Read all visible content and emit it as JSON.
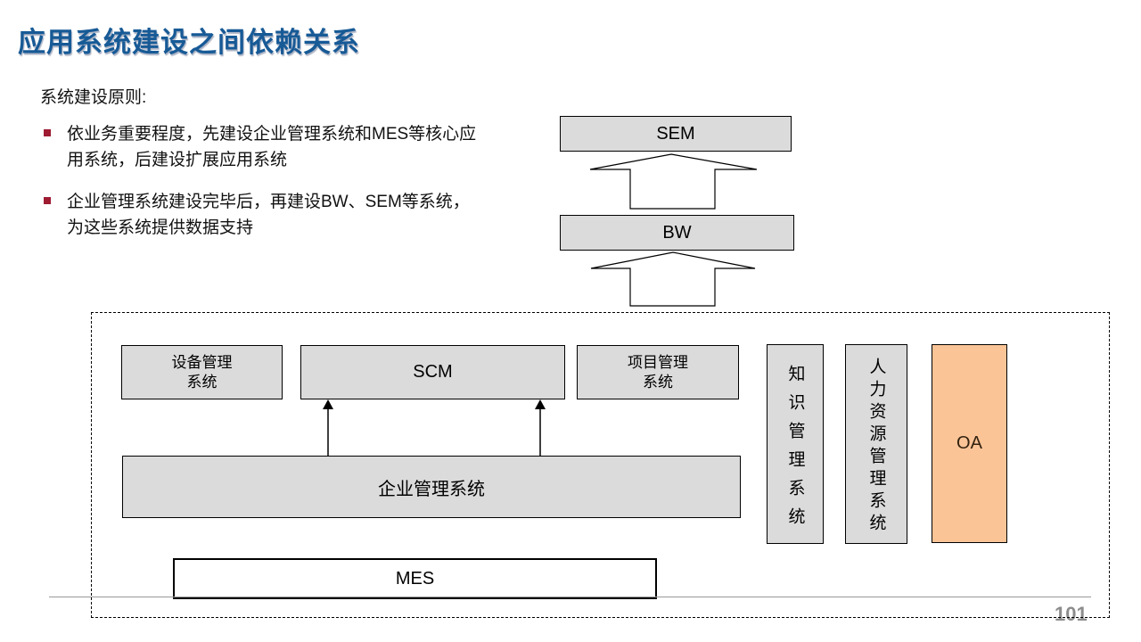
{
  "slide": {
    "title": "应用系统建设之间依赖关系",
    "page_number": "101"
  },
  "principles": {
    "heading": "系统建设原则:",
    "bullets": [
      {
        "text": "依业务重要程度，先建设企业管理系统和MES等核心应\n用系统，后建设扩展应用系统"
      },
      {
        "text": "企业管理系统建设完毕后，再建设BW、SEM等系统，\n为这些系统提供数据支持"
      }
    ]
  },
  "diagram": {
    "sem_label": "SEM",
    "bw_label": "BW",
    "equipment_label": "设备管理\n系统",
    "scm_label": "SCM",
    "project_label": "项目管理\n系统",
    "knowledge_label": "知识管理系统",
    "hr_label": "人力资源管理系统",
    "oa_label": "OA",
    "enterprise_label": "企业管理系统",
    "mes_label": "MES"
  },
  "colors": {
    "title_blue": "#175A96",
    "bullet_red": "#9E1B32",
    "box_gray": "#DBDBDB",
    "oa_orange": "#FAC497",
    "footer_gray": "#8C8C8C"
  }
}
